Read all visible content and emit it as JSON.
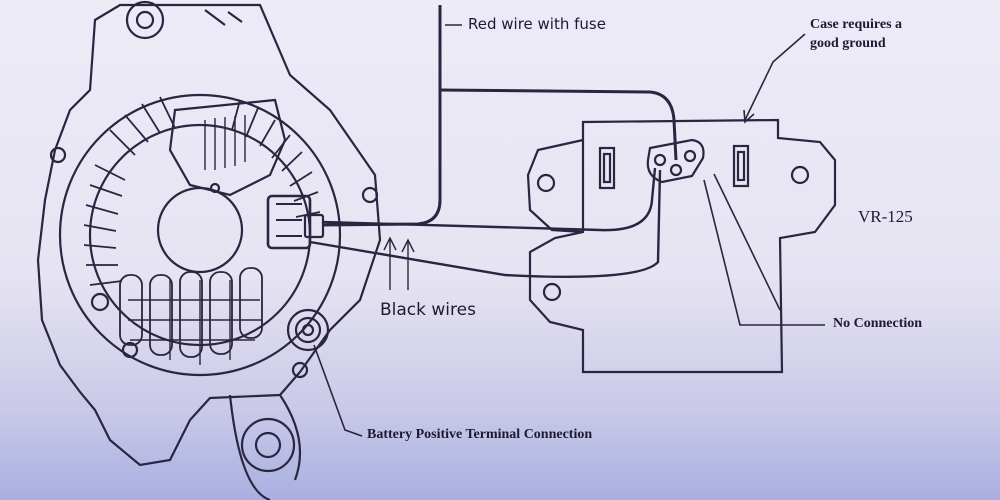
{
  "labels": {
    "red_wire": "Red wire with fuse",
    "case_ground_line1": "Case requires a",
    "case_ground_line2": "good ground",
    "model": "VR-125",
    "black_wires": "Black wires",
    "no_connection": "No Connection",
    "battery_terminal": "Battery Positive Terminal Connection"
  },
  "colors": {
    "ink": "#2a2540",
    "paper": "#ecebf6",
    "shadow": "#a9afe0"
  }
}
